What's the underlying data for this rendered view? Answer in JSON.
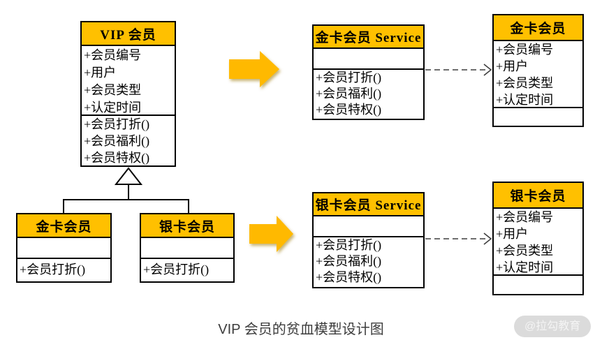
{
  "colors": {
    "class_header_fill": "#FFC000",
    "block_arrow_fill": "#FFB900",
    "border": "#000000",
    "dashed_arrow": "#3f3f3f",
    "caption_text": "#3d3d3d",
    "watermark_bg": "#dbdbdb",
    "watermark_text": "#f4f4f4"
  },
  "diagram": {
    "vip_class": {
      "title": "VIP 会员",
      "attributes": [
        "+会员编号",
        "+用户",
        "+会员类型",
        "+认定时间"
      ],
      "methods": [
        "+会员打折()",
        "+会员福利()",
        "+会员特权()"
      ]
    },
    "gold_child_class": {
      "title": "金卡会员",
      "methods": [
        "+会员打折()"
      ]
    },
    "silver_child_class": {
      "title": "银卡会员",
      "methods": [
        "+会员打折()"
      ]
    },
    "gold_service_class": {
      "title": "金卡会员 Service",
      "methods": [
        "+会员打折()",
        "+会员福利()",
        "+会员特权()"
      ]
    },
    "gold_entity_class": {
      "title": "金卡会员",
      "attributes": [
        "+会员编号",
        "+用户",
        "+会员类型",
        "+认定时间"
      ]
    },
    "silver_service_class": {
      "title": "银卡会员 Service",
      "methods": [
        "+会员打折()",
        "+会员福利()",
        "+会员特权()"
      ]
    },
    "silver_entity_class": {
      "title": "银卡会员",
      "attributes": [
        "+会员编号",
        "+用户",
        "+会员类型",
        "+认定时间"
      ]
    },
    "connectors": {
      "inheritance": "hollow-triangle-generalization",
      "dependency": "dashed-open-arrow",
      "transform": "yellow-block-arrow-right"
    }
  },
  "caption": "VIP 会员的贫血模型设计图",
  "watermark": "@拉勾教育"
}
